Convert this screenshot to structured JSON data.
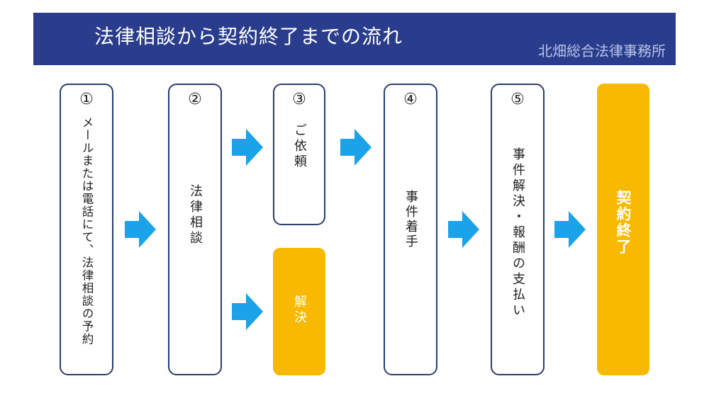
{
  "header": {
    "title": "法律相談から契約終了までの流れ",
    "firm": "北畑総合法律事務所"
  },
  "steps": [
    {
      "num": "①",
      "text": "メールまたは電話にて、法律相談の予約"
    },
    {
      "num": "②",
      "text": "法律相談"
    },
    {
      "num": "③",
      "text": "ご依頼"
    },
    {
      "num": "",
      "text": "解決"
    },
    {
      "num": "④",
      "text": "事件着手"
    },
    {
      "num": "⑤",
      "text": "事件解決・報酬の支払い"
    },
    {
      "num": "",
      "text": "契約終了"
    }
  ],
  "colors": {
    "header_bg": "#2a3d8c",
    "box_border": "#2a3d6e",
    "arrow": "#1aa3e8",
    "highlight": "#f8b900"
  }
}
